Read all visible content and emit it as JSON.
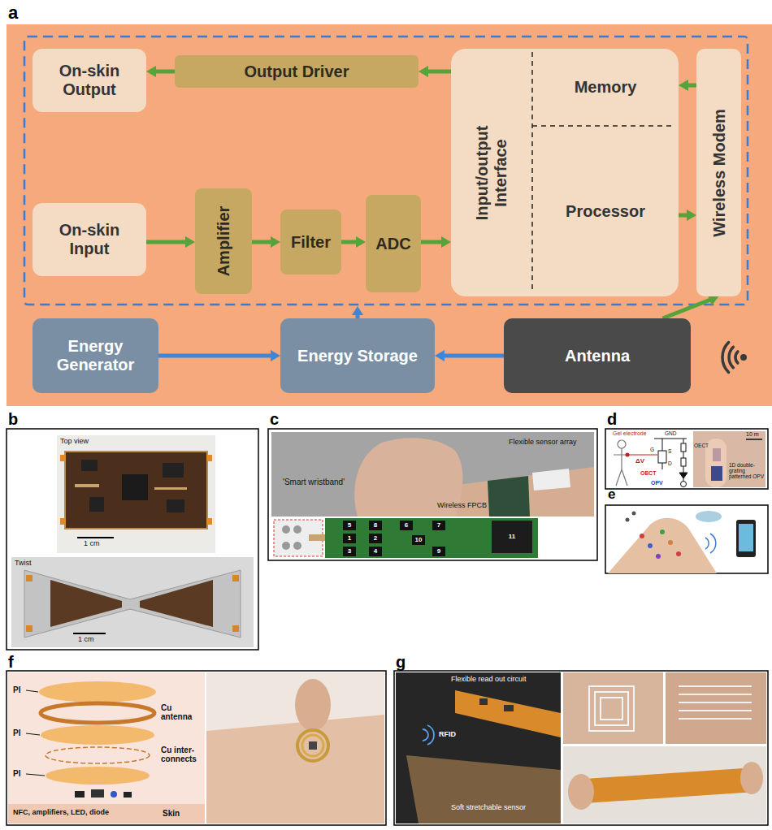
{
  "diagram": {
    "nodes": [
      {
        "text": [
          "On-skin Output"
        ]
      },
      {
        "text": [
          "Output Driver"
        ]
      },
      {
        "text": [
          "Input/output Interface",
          "Memory",
          "Processor"
        ]
      },
      {
        "text": [
          "Wireless Modem"
        ]
      },
      {
        "text": [
          "On-skin Input"
        ]
      },
      {
        "text": [
          "Amplifier"
        ]
      },
      {
        "text": [
          "Filter"
        ]
      },
      {
        "text": [
          "ADC"
        ]
      },
      {
        "text": [
          "Energy Generator"
        ]
      },
      {
        "text": [
          "Energy Storage"
        ]
      },
      {
        "text": [
          "Antenna"
        ]
      }
    ],
    "edges": [
      {
        "from": 1,
        "to": 0,
        "arrow": "to"
      },
      {
        "from": 2,
        "to": 1,
        "arrow": "to"
      },
      {
        "from": 3,
        "to": 2,
        "arrow": "to"
      },
      {
        "from": 4,
        "to": 5,
        "arrow": "to"
      },
      {
        "from": 5,
        "to": 6,
        "arrow": "to"
      },
      {
        "from": 6,
        "to": 7,
        "arrow": "to"
      },
      {
        "from": 7,
        "to": 2,
        "arrow": "to"
      },
      {
        "from": 2,
        "to": 3,
        "arrow": "to"
      },
      {
        "from": 10,
        "to": 3,
        "arrow": "to"
      },
      {
        "from": 8,
        "to": 9,
        "arrow": "to"
      },
      {
        "from": 10,
        "to": 9,
        "arrow": "to"
      }
    ],
    "labels": [
      "a",
      "b",
      "Top view",
      "1 cm",
      "Twist",
      "1 cm",
      "c",
      "'Smart wristband'",
      "Flexible sensor array",
      "Wireless FPCB",
      "5",
      "8",
      "6",
      "7",
      "1",
      "2",
      "10",
      "11",
      "3",
      "4",
      "9",
      "d",
      "Gel electrode",
      "ΔV",
      "GND",
      "S",
      "G",
      "D",
      "OECT",
      "OPV",
      "10 m",
      "OECT",
      "1D double-grating patterned OPV",
      "e",
      "f",
      "PI",
      "Cu antenna",
      "PI",
      "Cu inter-connects",
      "PI",
      "NFC, amplifiers, LED, diode",
      "Skin",
      "g",
      "Flexible read out circuit",
      "RFID",
      "Soft stretchable sensor"
    ]
  }
}
